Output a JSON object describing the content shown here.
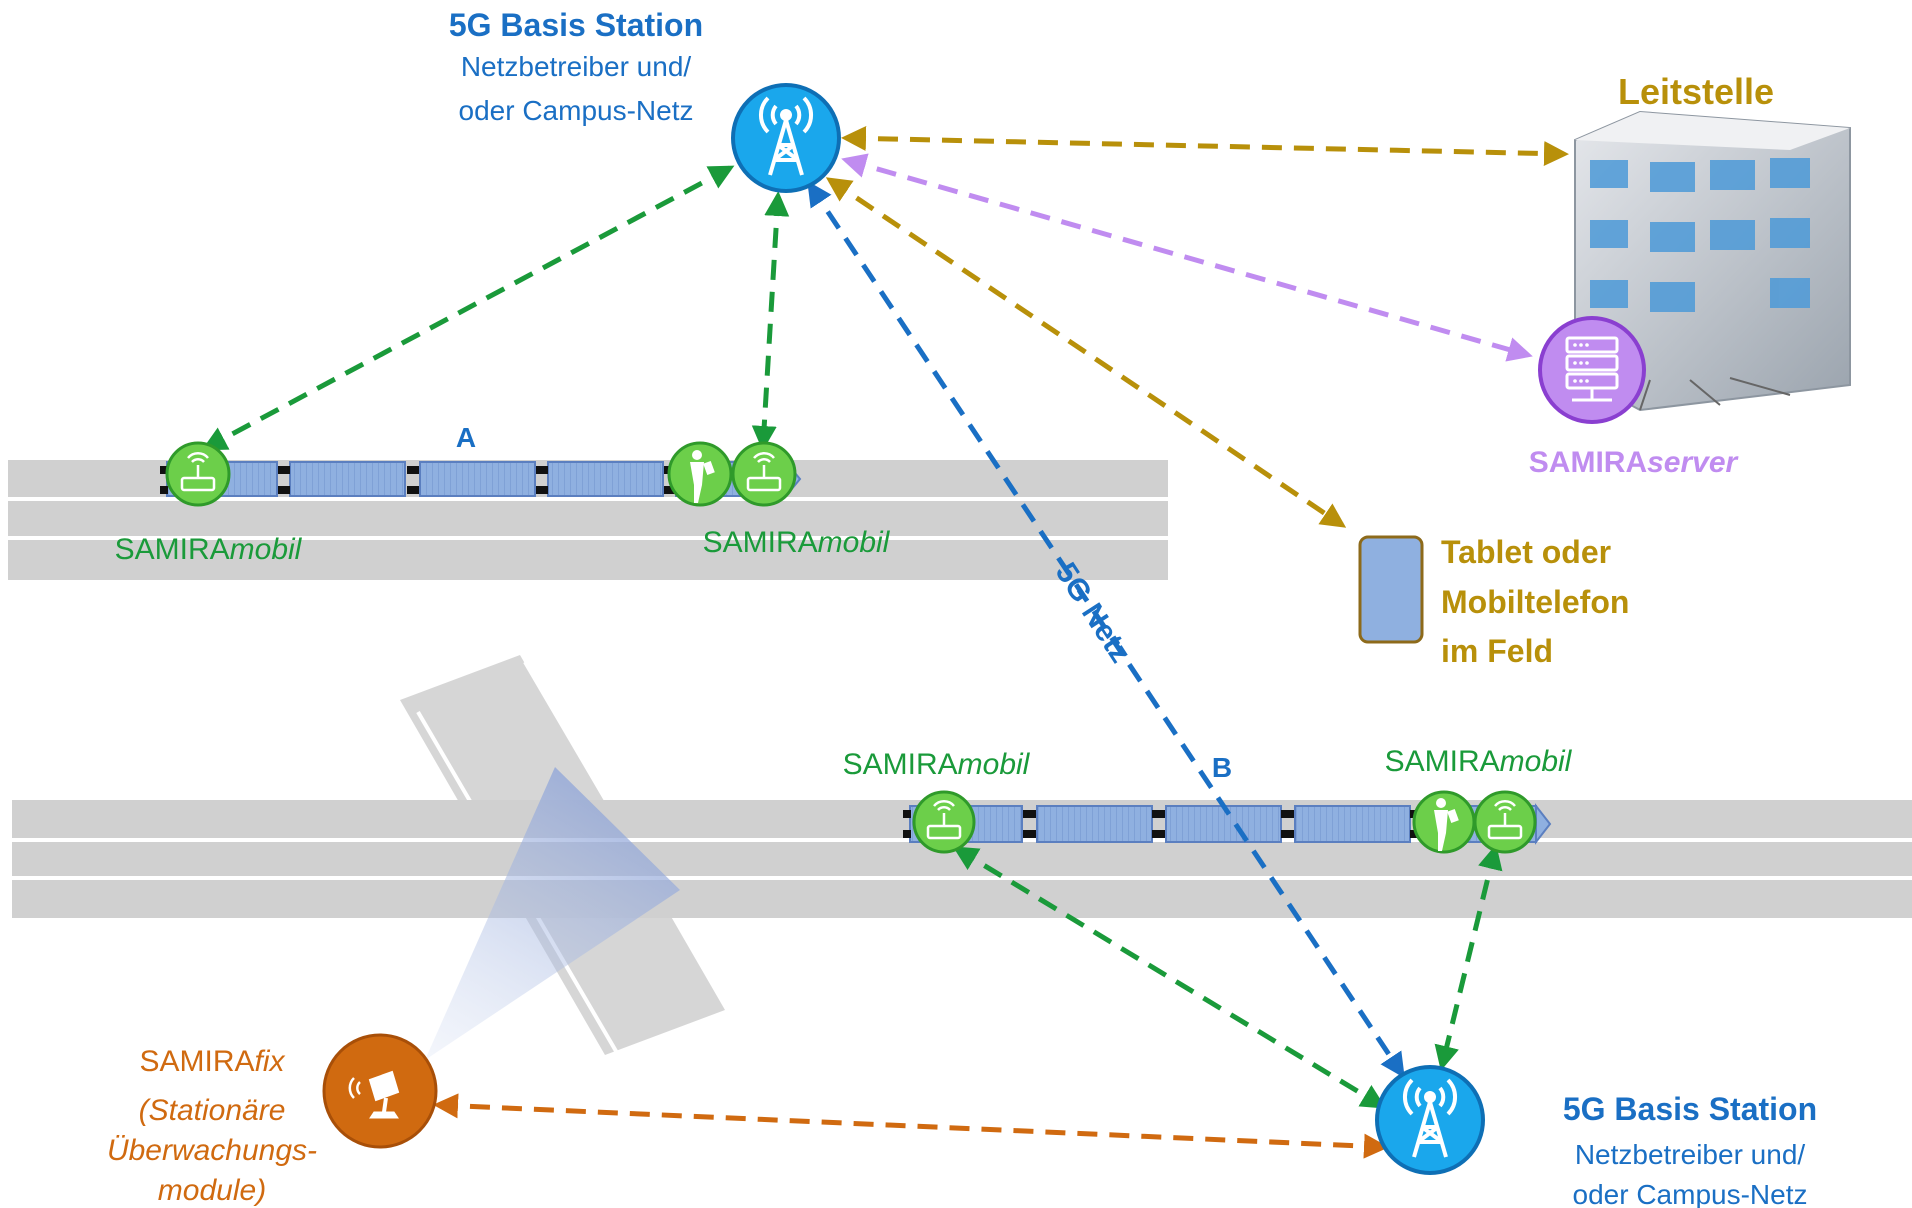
{
  "colors": {
    "blue": "#1a6fc4",
    "green": "#1a9a3a",
    "gold": "#b8900a",
    "purple": "#c08cf0",
    "orange": "#d06a10",
    "station_fill": "#1aa7ec",
    "track": "#d0d0d0",
    "wagon": "#8fb0e0"
  },
  "station_top": {
    "title": "5G Basis Station",
    "line1": "Netzbetreiber und/",
    "line2": "oder Campus-Netz",
    "icon": "antenna-tower-icon"
  },
  "station_bottom": {
    "title": "5G Basis Station",
    "line1": "Netzbetreiber und/",
    "line2": "oder Campus-Netz",
    "icon": "antenna-tower-icon"
  },
  "leitstelle": {
    "title": "Leitstelle",
    "icon": "office-building-icon"
  },
  "server": {
    "label_prefix": "SAMIRA",
    "label_suffix": "server",
    "icon": "server-rack-icon"
  },
  "tablet": {
    "line1": "Tablet oder",
    "line2": "Mobiltelefon",
    "line3": "im Feld",
    "icon": "tablet-icon"
  },
  "network_label": "5G Netz",
  "train_a": {
    "label": "A",
    "mobil_left": {
      "prefix": "SAMIRA",
      "suffix": "mobil"
    },
    "mobil_right": {
      "prefix": "SAMIRA",
      "suffix": "mobil"
    }
  },
  "train_b": {
    "label": "B",
    "mobil_left": {
      "prefix": "SAMIRA",
      "suffix": "mobil"
    },
    "mobil_right": {
      "prefix": "SAMIRA",
      "suffix": "mobil"
    }
  },
  "fix": {
    "prefix": "SAMIRA",
    "suffix": "fix",
    "line1": "(Stationäre",
    "line2": "Überwachungs-",
    "line3": "module)",
    "icon": "surveillance-module-icon"
  }
}
